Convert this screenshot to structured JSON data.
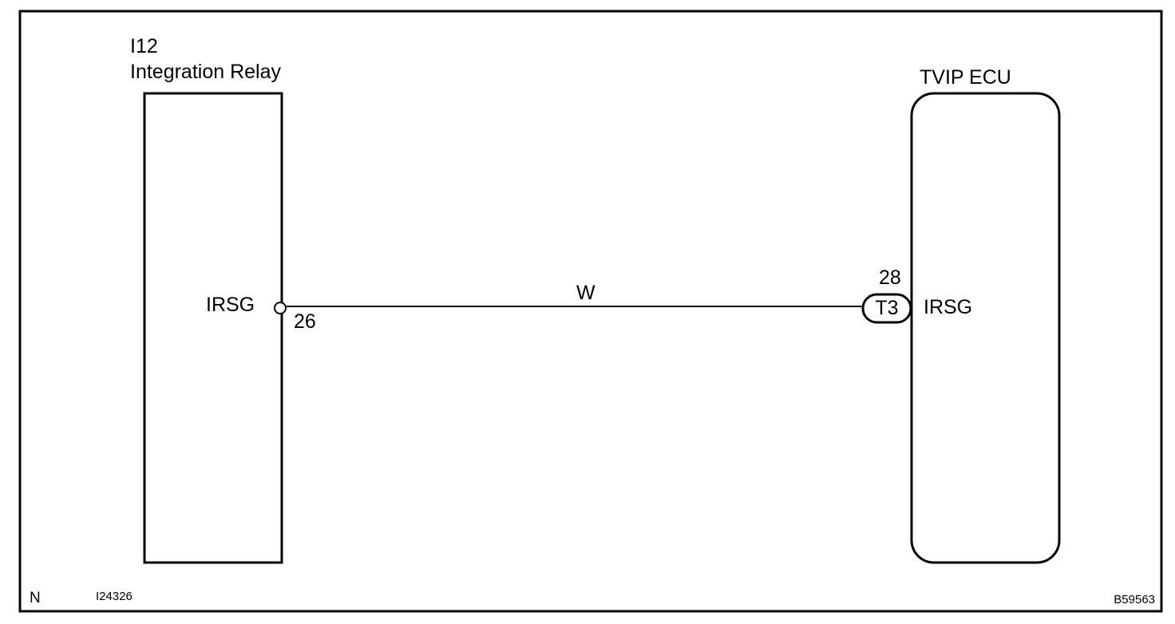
{
  "left_component": {
    "code": "I12",
    "name": "Integration Relay",
    "pin_label": "IRSG",
    "pin_number": "26"
  },
  "right_component": {
    "name": "TVIP ECU",
    "pin_label": "IRSG",
    "pin_number": "28",
    "connector": "T3"
  },
  "wire": {
    "color_code": "W"
  },
  "footer": {
    "orientation": "N",
    "image_id_left": "I24326",
    "image_id_right": "B59563"
  }
}
